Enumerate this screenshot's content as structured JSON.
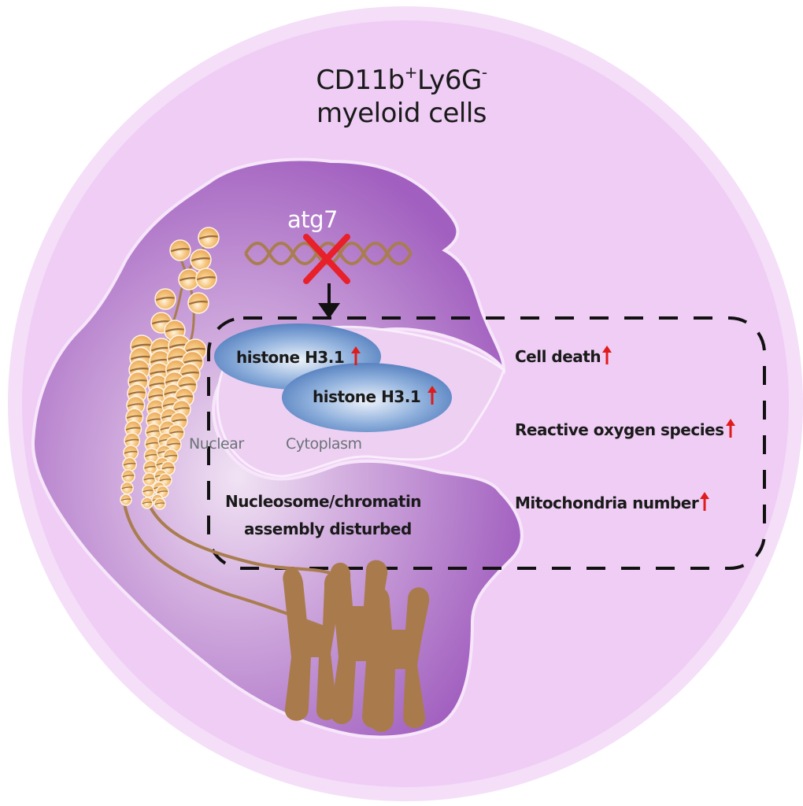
{
  "title": {
    "line1_base": "CD11b",
    "line1_sup1": "+",
    "line1_mid": "Ly6G",
    "line1_sup2": "-",
    "line2": "myeloid cells"
  },
  "gene": {
    "label": "atg7",
    "status": "knocked-out",
    "status_icon": "red-x-icon"
  },
  "proteins": [
    {
      "label": "histone H3.1",
      "trend": "up"
    },
    {
      "label": "histone H3.1",
      "trend": "up"
    }
  ],
  "compartments": {
    "nuclear": "Nuclear",
    "cytoplasm": "Cytoplasm"
  },
  "nuclear_effect": {
    "line1": "Nucleosome/chromatin",
    "line2": "assembly disturbed"
  },
  "outcomes": [
    {
      "label": "Cell death",
      "trend": "up"
    },
    {
      "label": "Reactive oxygen species",
      "trend": "up"
    },
    {
      "label": "Mitochondria number",
      "trend": "up"
    }
  ],
  "colors": {
    "cell": "#efcdf5",
    "cell_rim": "#f3dcf7",
    "nucleus": "#a563c2",
    "nucleus_light": "#e7d2ee",
    "dna": "#a97d4f",
    "nucleosome": "#f2b866",
    "histone_blob": "#5b86c6",
    "knockout": "#e8202a",
    "up_arrow": "#e01b1b",
    "text": "#1a1a1a",
    "compartment_text": "#6b7378"
  }
}
